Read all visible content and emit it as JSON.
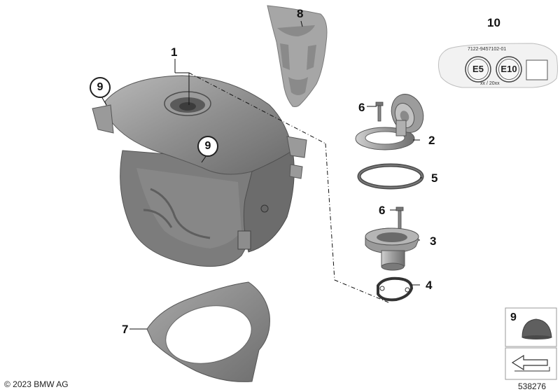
{
  "callouts": {
    "c1": "1",
    "c2": "2",
    "c3": "3",
    "c4": "4",
    "c5": "5",
    "c6a": "6",
    "c6b": "6",
    "c7": "7",
    "c8": "8",
    "c9a": "9",
    "c9b": "9",
    "c10": "10"
  },
  "label_sticker": {
    "part_number": "7122-9457102-01",
    "badge_e5": "E5",
    "badge_e10": "E10",
    "date_code": "xx / 20xx"
  },
  "legend_box": {
    "item_number": "9"
  },
  "footer": {
    "copyright": "© 2023 BMW AG",
    "diagram_id": "538276"
  }
}
